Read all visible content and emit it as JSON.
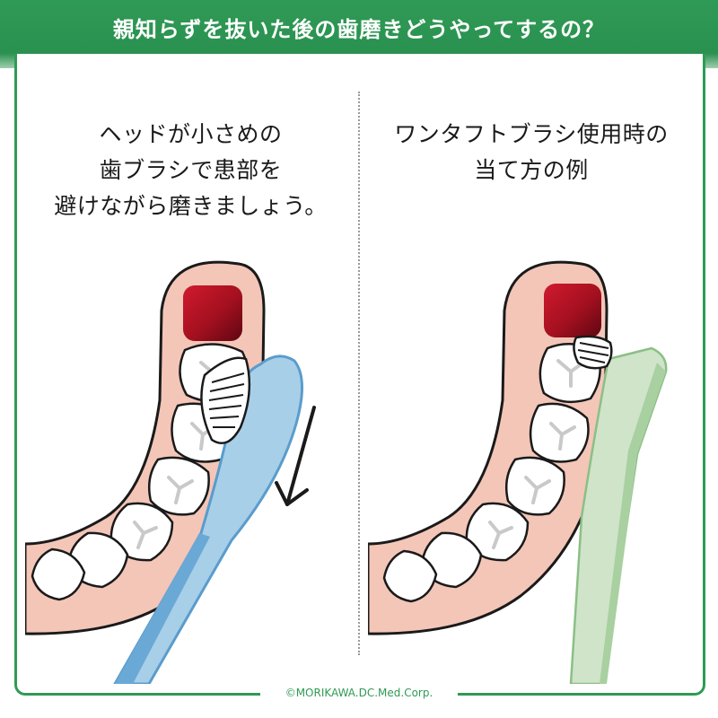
{
  "header": {
    "title": "親知らずを抜いた後の歯磨きどうやってするの？"
  },
  "left_panel": {
    "caption_lines": [
      "ヘッドが小さめの",
      "歯ブラシで患部を",
      "避けながら磨きましょう。"
    ]
  },
  "right_panel": {
    "caption_lines": [
      "ワンタフトブラシ使用時の",
      "当て方の例"
    ]
  },
  "footer": {
    "copyright": "©MORIKAWA.DC.Med.Corp."
  },
  "colors": {
    "brand_green": "#2f9a55",
    "gum": "#f3c6b8",
    "extraction_site": "#b01224",
    "toothbrush": "#a8cfe8",
    "one_tuft_brush": "#cfe4c9"
  }
}
